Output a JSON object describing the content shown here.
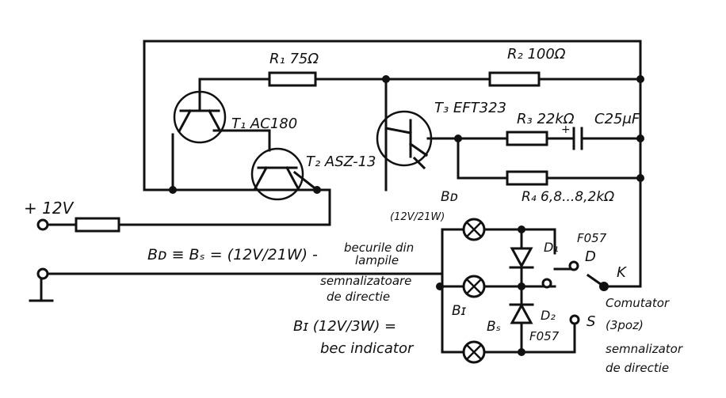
{
  "labels": {
    "r1": "R₁ 75Ω",
    "r2": "R₂ 100Ω",
    "r3": "R₃ 22kΩ",
    "c": "C25μF",
    "r4": "R₄ 6,8...8,2kΩ",
    "t1": "T₁ AC180",
    "t2": "T₂ ASZ-13",
    "t3": "T₃ EFT323",
    "supply": "+ 12V",
    "bd": "Bᴅ",
    "bd_rating": "(12V/21W)",
    "equation": "Bᴅ ≡ Bₛ = (12V/21W)  -",
    "lamps_desc_1": "becurile din",
    "lamps_desc_2": "lampile",
    "lamps_desc_3": "semnalizatoare",
    "lamps_desc_4": "de directie",
    "bi": "Bɪ",
    "bs": "Bₛ",
    "bi_desc_1": "Bɪ (12V/3W) =",
    "bi_desc_2": "bec indicator",
    "d1": "D₁",
    "d2": "D₂",
    "d1_part": "F057",
    "d2_part": "F057",
    "sw_d": "D",
    "sw_s": "S",
    "sw_k": "K",
    "switch_desc_1": "Comutator",
    "switch_desc_2": "(3poz)",
    "switch_desc_3": "semnalizator",
    "switch_desc_4": "de directie"
  }
}
